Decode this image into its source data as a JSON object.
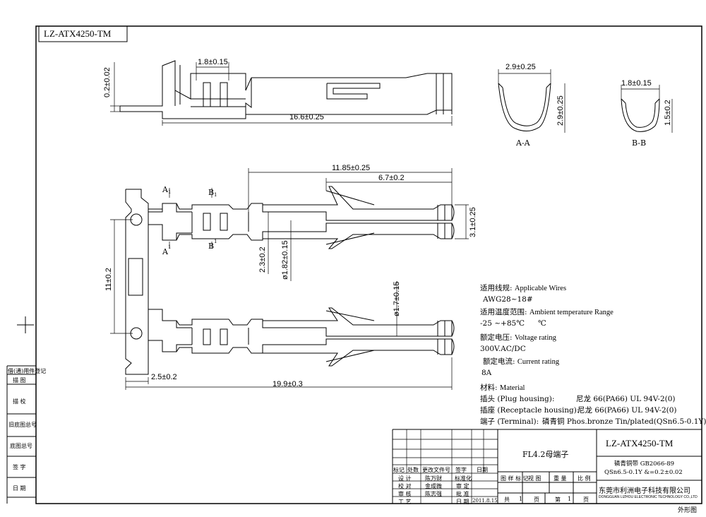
{
  "drawing": {
    "code": "LZ-ATX4250-TM",
    "name": "FL4.2母端子",
    "sheet_label": "外形图"
  },
  "dims": {
    "d_0_2": "0.2±0.02",
    "d_1_8": "1.8±0.15",
    "d_16_6": "16.6±0.25",
    "d_2_9a": "2.9±0.25",
    "d_2_9b": "2.9±0.25",
    "d_1_8b": "1.8±0.15",
    "d_1_5": "1.5±0.2",
    "d_11_85": "11.85±0.25",
    "d_6_7": "6.7±0.2",
    "d_3_1": "3.1±0.25",
    "d_2_3": "2.3±0.2",
    "d_1_82": "ø1.82±0.15",
    "d_11": "11±0.2",
    "d_1_7": "ø1.7±0.15",
    "d_2_5": "2.5±0.2",
    "d_19_9": "19.9±0.3"
  },
  "sections": {
    "a_a": "A-A",
    "b_b": "B-B",
    "a": "A",
    "b": "B",
    "mark1": "1"
  },
  "specs": {
    "wires_cn": "适用线规:",
    "wires_en": "Applicable Wires",
    "wires_val": "AWG28~18#",
    "temp_cn": "适用温度范围:",
    "temp_en": "Ambient temperature Range",
    "temp_val": "-25 ~+85℃",
    "temp_unit": "℃",
    "volt_cn": "额定电压:",
    "volt_en": "Voltage rating",
    "volt_val": "300V.AC/DC",
    "curr_cn": "额定电流:",
    "curr_en": "Current rating",
    "curr_val": "8A",
    "mat_cn": "材料:",
    "mat_en": "Material",
    "plug": "插头 (Plug housing):",
    "plug_val": "尼龙 66(PA66)  UL 94V-2(0)",
    "rec": "插座 (Receptacle housing):",
    "rec_val": "尼龙 66(PA66)  UL 94V-2(0)",
    "term": "端子 (Terminal):",
    "term_val": "磷青铜 Phos.bronze Tin/plated(QSn6.5-0.1Y)"
  },
  "left_block": [
    "借(通)用件登记",
    "描 图",
    "描 校",
    "旧底图总号",
    "底图总号",
    "签 字",
    "日 期"
  ],
  "title_block": {
    "row_labels": [
      "标记",
      "处数",
      "更改文件号",
      "签字",
      "日期"
    ],
    "design": "设 计",
    "design_name": "陈万财",
    "std": "标准化",
    "check": "校 对",
    "check_name": "金成微",
    "fixed": "审 定",
    "review": "审 核",
    "review_name": "陈志强",
    "approve": "批 准",
    "process": "工 艺",
    "date_label": "日 期",
    "date": "2011.8.15",
    "material1": "磷青铜带  GB2066-89",
    "material2": "QSn6.5-0.1Y  &=0.2±0.02",
    "hdr": [
      "图 样 标 记",
      "视 图",
      "重 量",
      "比 例"
    ],
    "sheets": [
      "共",
      "1",
      "页",
      "第",
      "1",
      "页"
    ],
    "company_cn": "东莞市利洲电子科技有限公司",
    "company_en": "DONGGUAN LIZHOU ELECTRONIC TECHNOLOGY CO.,LTD"
  }
}
